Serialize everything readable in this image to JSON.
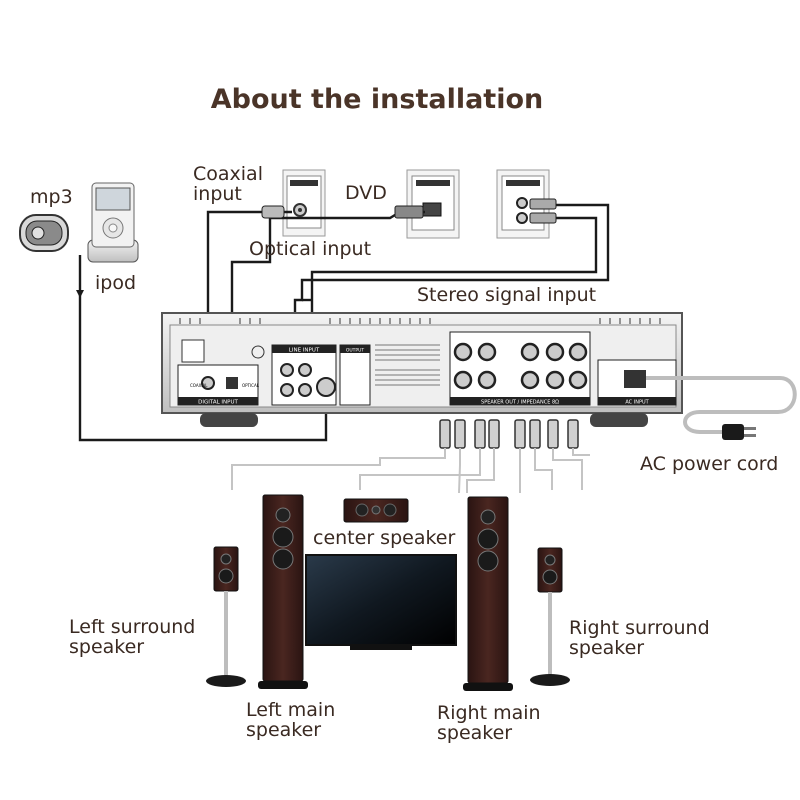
{
  "title": "About the installation",
  "labels": {
    "mp3": "mp3",
    "ipod": "ipod",
    "coaxial": "Coaxial\ninput",
    "dvd": "DVD",
    "optical": "Optical input",
    "stereo": "Stereo signal input",
    "ac_cord": "AC power cord",
    "center": "center speaker",
    "left_surround": "Left surround\nspeaker",
    "right_surround": "Right surround\nspeaker",
    "left_main": "Left main\nspeaker",
    "right_main": "Right main\nspeaker"
  },
  "panel_labels": {
    "digital_input": "DIGITAL INPUT",
    "coaxial": "COAXIAL",
    "optical": "OPTICAL",
    "line_input": "LINE INPUT",
    "output": "OUTPUT",
    "speaker_out": "SPEAKER OUT / IMPEDANCE 8Ω",
    "ac_input": "AC INPUT"
  },
  "colors": {
    "title": "#4a3428",
    "text": "#3a2a22",
    "cable": "#1a1a1a",
    "speaker_cable": "#bdbdbd",
    "speaker_wood": "#3a1e1a",
    "panel": "#e9e9e9"
  }
}
